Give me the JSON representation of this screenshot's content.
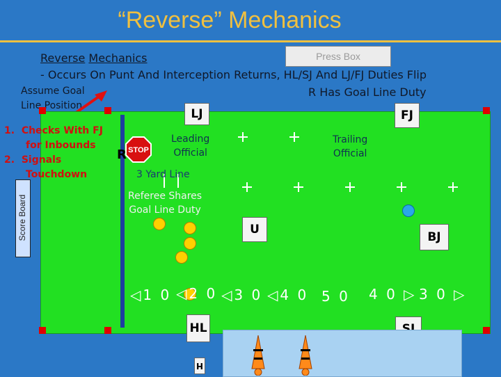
{
  "title": "“Reverse” Mechanics",
  "press_box": "Press Box",
  "subtitle_word1": "Reverse",
  "subtitle_word2": "Mechanics",
  "duty_line": "- Occurs On Punt And Interception Returns, HL/SJ And LJ/FJ Duties Flip",
  "assume_line1": "Assume Goal",
  "assume_line2": "Line Position",
  "r_goal": "R Has Goal Line Duty",
  "list": [
    {
      "num": "1.",
      "text": "Checks With FJ"
    },
    {
      "num": "",
      "text": "for Inbounds"
    },
    {
      "num": "2.",
      "text": "Signals"
    },
    {
      "num": "",
      "text": "Touchdown"
    }
  ],
  "scoreboard": "Score Board",
  "officials": {
    "lj": "LJ",
    "fj": "FJ",
    "u": "U",
    "bj": "BJ",
    "hl": "HL",
    "sj": "SJ",
    "r": "R",
    "small": "H"
  },
  "stop_sign": "STOP",
  "leading": [
    "Leading",
    "Official"
  ],
  "trailing": [
    "Trailing",
    "Official"
  ],
  "three_yard": "3 Yard Line",
  "referee_shares": [
    "Referee Shares",
    "Goal Line Duty"
  ],
  "yard_numbers": [
    "◁1 0",
    "◁2 0",
    "◁3 0",
    "◁4 0",
    "5 0",
    "4 0 ▷",
    "3 0 ▷"
  ],
  "colors": {
    "background": "#2b78c6",
    "title": "#f0c040",
    "field": "#22e022",
    "endline": "#1d3fa0",
    "player_offense": "#ffd000",
    "player_defense": "#2aa8e8",
    "list_text": "#d01010"
  }
}
